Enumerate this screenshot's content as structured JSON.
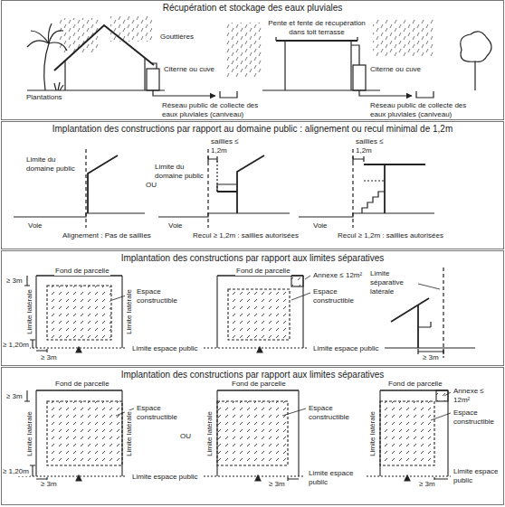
{
  "diagram": {
    "nodes": [
      {
        "text": [
          "Récupération et stockage des eaux pluviales"
        ]
      },
      {
        "text": [
          "Implantation des constructions par rapport au domaine public : alignement ou recul minimal de 1,2m"
        ]
      },
      {
        "text": [
          "Implantation des constructions par rapport aux limites séparatives"
        ]
      },
      {
        "text": [
          "Implantation des constructions par rapport aux limites séparatives"
        ]
      }
    ],
    "labels": [
      "Gouttières",
      "Citerne ou cuve",
      "Plantations",
      "Réseau public de collecte des eaux pluviales (caniveau)",
      "Pente et fente de récupération dans toit terrasse",
      "Citerne ou cuve",
      "Réseau public de collecte des eaux pluviales (caniveau)",
      "Limite du domaine public",
      "OU",
      "Voie",
      "Alignement : Pas de saillies",
      "saillies ≤ 1,2m",
      "Limite du domaine public",
      "Voie",
      "Recul ≥ 1,2m : saillies autorisées",
      "saillies ≤ 1,2m",
      "Voie",
      "Recul ≥ 1,2m : saillies autorisées",
      "Fond de parcelle",
      "≥ 3m",
      "Limite latérale",
      "Limite latérale",
      "Espace constructible",
      "≥ 1,20m",
      "≥ 3m",
      "Limite espace public",
      "Fond de parcelle",
      "Annexe ≤ 12m²",
      "Espace constructible",
      "Limite espace public",
      "Limite séparative latérale",
      "≥ 3m",
      "Fond de parcelle",
      "≥ 3m",
      "Espace constructible",
      "Limite latérale",
      "Limite latérale",
      "≥ 1,20m",
      "≥ 3m",
      "Limite espace public",
      "OU",
      "Fond de parcelle",
      "Espace constructible",
      "Limite latérale",
      "≥ 3m",
      "Limite espace public",
      "Fond de parcelle",
      "Annexe ≤ 12m²",
      "Espace constructible",
      "Limite latérale",
      "≥ 3m",
      "Limite espace public"
    ]
  }
}
